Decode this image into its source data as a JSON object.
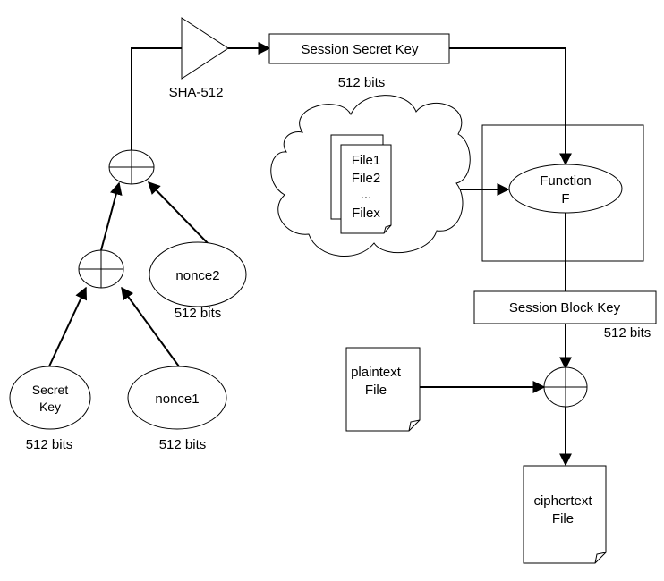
{
  "hash": {
    "label": "SHA-512"
  },
  "session_secret_key": {
    "label": "Session Secret Key",
    "bits": "512 bits"
  },
  "files": {
    "lines": [
      "File1",
      "File2",
      "...",
      "Filex"
    ]
  },
  "function_f": {
    "line1": "Function",
    "line2": "F"
  },
  "session_block_key": {
    "label": "Session Block Key",
    "bits": "512 bits"
  },
  "nonce2": {
    "label": "nonce2",
    "bits": "512 bits"
  },
  "secret_key": {
    "line1": "Secret",
    "line2": "Key",
    "bits": "512 bits"
  },
  "nonce1": {
    "label": "nonce1",
    "bits": "512 bits"
  },
  "plaintext": {
    "line1": "plaintext",
    "line2": "File"
  },
  "ciphertext": {
    "line1": "ciphertext",
    "line2": "File"
  }
}
